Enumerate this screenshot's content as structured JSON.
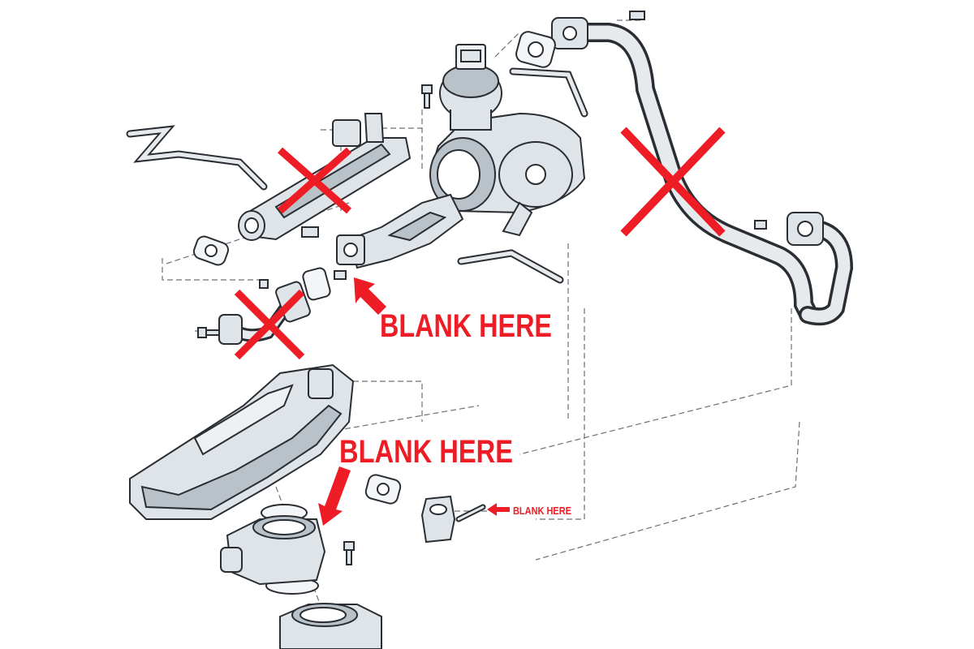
{
  "annotations": {
    "callout_egr_flange": "BLANK HERE",
    "callout_intake": "BLANK HERE",
    "callout_small_pipe": "BLANK HERE"
  },
  "colors": {
    "annotation_red": "#ee1c25",
    "part_fill": "#dfe4e8",
    "outline": "#2a2e33"
  },
  "icons": {
    "removed_mark": "red-x-icon",
    "pointer": "red-arrow-icon"
  }
}
